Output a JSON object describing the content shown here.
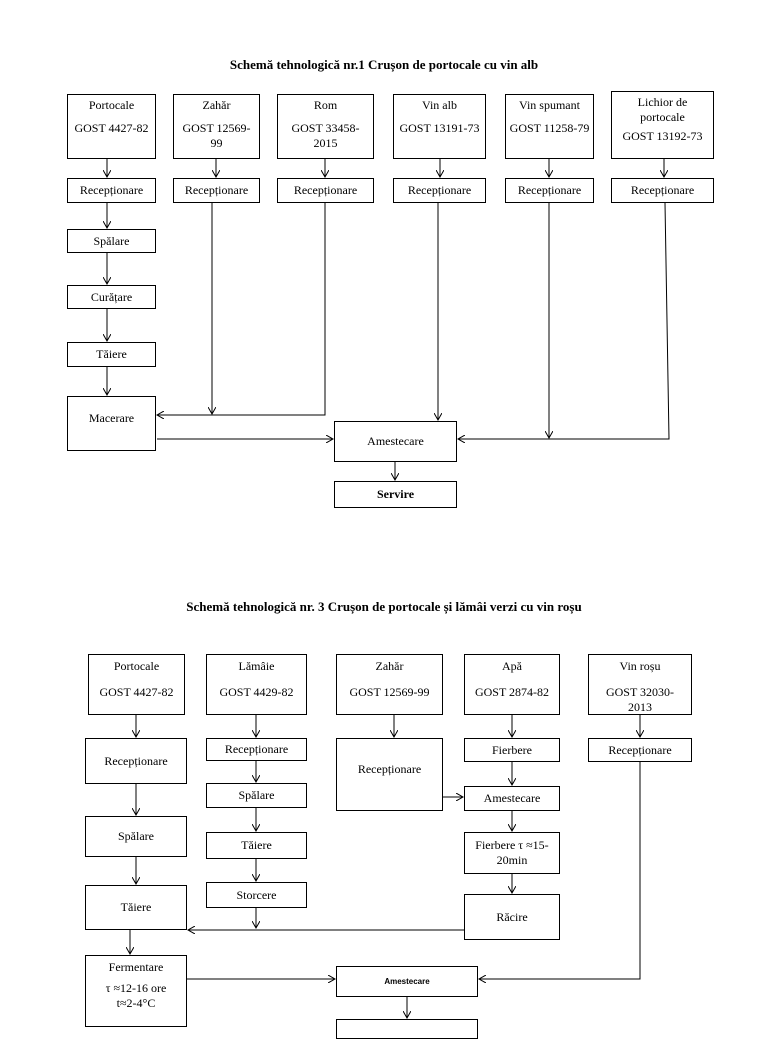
{
  "scheme1": {
    "title": "Schemă tehnologică nr.1 Crușon de portocale cu vin alb",
    "ingredients": [
      {
        "name": "Portocale",
        "code": "GOST 4427-82"
      },
      {
        "name": "Zahăr",
        "code": "GOST 12569-99"
      },
      {
        "name": "Rom",
        "code": "GOST 33458-2015"
      },
      {
        "name": "Vin alb",
        "code": "GOST 13191-73"
      },
      {
        "name": "Vin spumant",
        "code": "GOST 11258-79"
      },
      {
        "name": "Lichior de portocale",
        "code": "GOST 13192-73"
      }
    ],
    "receptionare": "Recepționare",
    "spalare": "Spălare",
    "curatare": "Curățare",
    "taiere": "Tăiere",
    "macerare": "Macerare",
    "amestecare": "Amestecare",
    "servire": "Servire"
  },
  "scheme3": {
    "title": "Schemă tehnologică nr. 3 Crușon de portocale și lămâi verzi cu vin roșu",
    "ingredients": [
      {
        "name": "Portocale",
        "code": "GOST 4427-82"
      },
      {
        "name": "Lămâie",
        "code": "GOST 4429-82"
      },
      {
        "name": "Zahăr",
        "code": "GOST 12569-99"
      },
      {
        "name": "Apă",
        "code": "GOST 2874-82"
      },
      {
        "name": "Vin roșu",
        "code": "GOST 32030-2013"
      }
    ],
    "receptionare": "Recepționare",
    "spalare": "Spălare",
    "taiere": "Tăiere",
    "storcere": "Storcere",
    "fierbere": "Fierbere",
    "amestecare_apa": "Amestecare",
    "fierbere_timp": "Fierbere τ ≈15-20min",
    "racire": "Răcire",
    "fermentare": "Fermentare",
    "fermentare_timp": "τ ≈12-16 ore",
    "fermentare_temp": "t≈2-4°C",
    "amestecare_final": "Amestecare"
  }
}
